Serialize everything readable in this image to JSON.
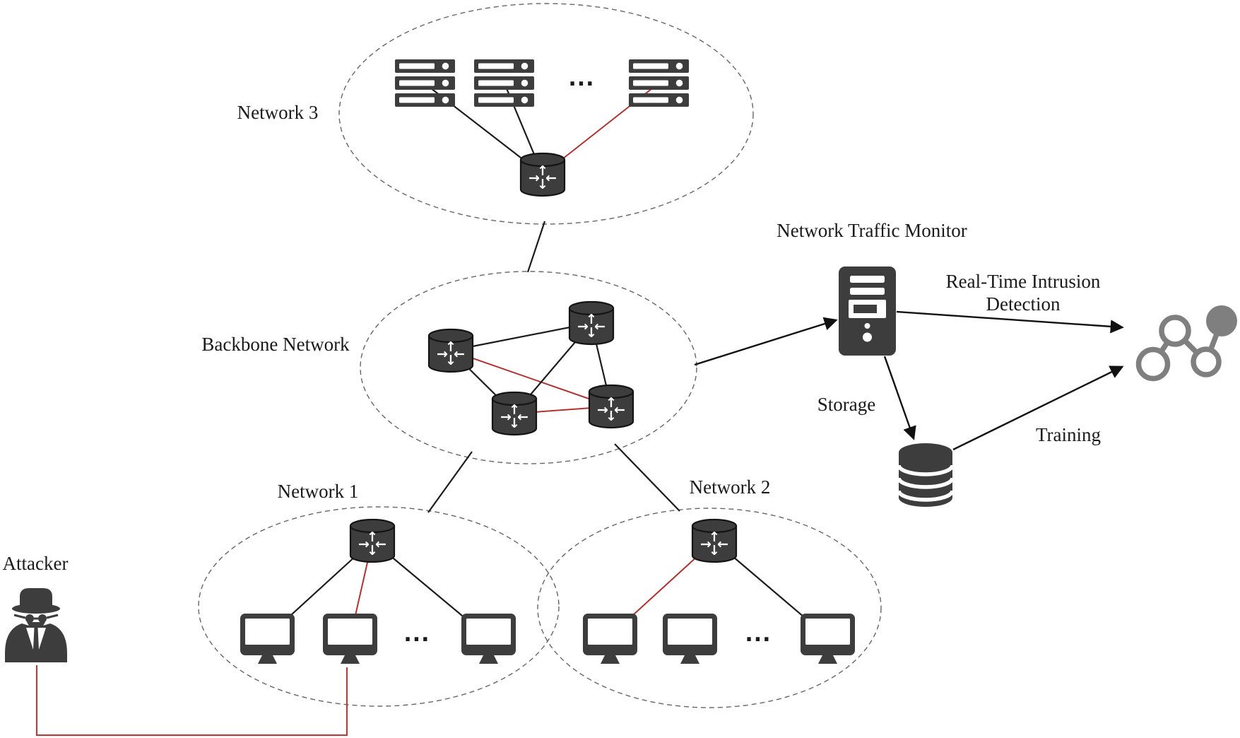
{
  "labels": {
    "attacker": "Attacker",
    "network1": "Network 1",
    "network2": "Network 2",
    "network3": "Network 3",
    "backbone": "Backbone Network",
    "traffic_monitor": "Network Traffic Monitor",
    "intrusion_line1": "Real-Time Intrusion",
    "intrusion_line2": "Detection",
    "storage": "Storage",
    "training": "Training",
    "ellipsis": "..."
  },
  "icons": {
    "router": "cylinder-with-cross-arrows",
    "router_glyphs": {
      "up": "↑",
      "down": "↓",
      "left_in": "→",
      "right_in": "←"
    },
    "server_rack": "stacked-rack-servers",
    "workstation": "desktop-monitor",
    "monitor_tower": "server-tower",
    "storage_db": "database-cylinder",
    "ml_model": "node-graph",
    "attacker": "spy-figure"
  },
  "colors": {
    "icon_dark": "#3d3d3d",
    "line_black": "#1c1c1c",
    "attack_red": "#b03232",
    "attacker_path_red": "#a84444",
    "ml_gray": "#7f7f7f",
    "ellipse_gray": "#666666",
    "text": "#1a1a1a"
  }
}
